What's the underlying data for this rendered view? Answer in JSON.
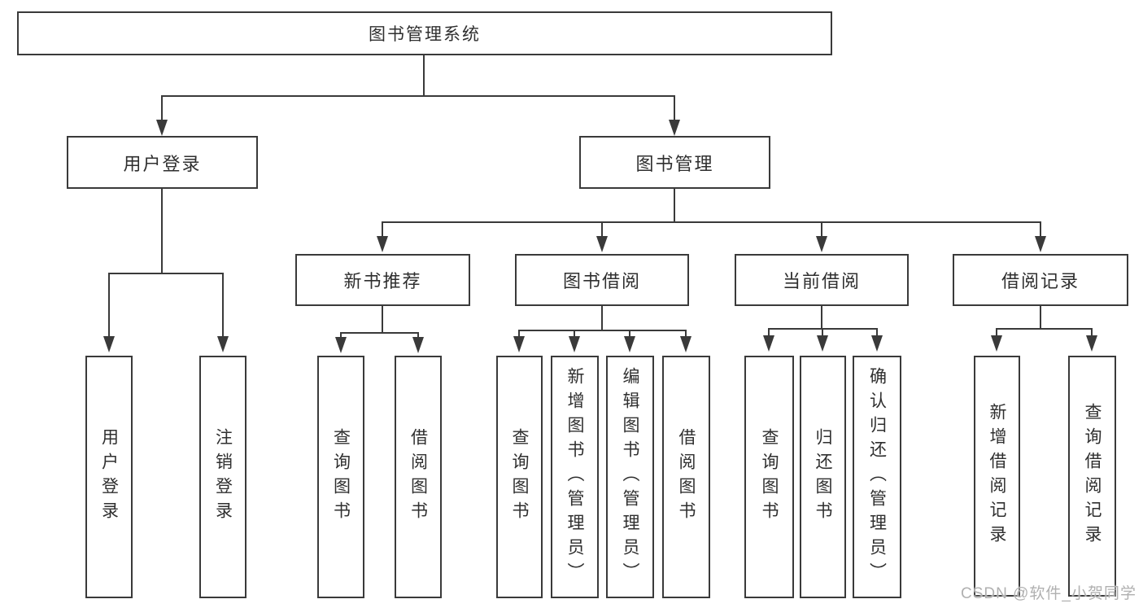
{
  "colors": {
    "line": "#3a3a3a",
    "text": "#2f2f2f",
    "watermark": "#b0b0b0",
    "bg": "#ffffff"
  },
  "diagram": {
    "root": "图书管理系统",
    "level2": [
      "用户登录",
      "图书管理"
    ],
    "level3": [
      "新书推荐",
      "图书借阅",
      "当前借阅",
      "借阅记录"
    ],
    "leaves": {
      "user_login": [
        "用户登录",
        "注销登录"
      ],
      "new_book_recommendation": [
        "查询图书",
        "借阅图书"
      ],
      "book_borrowing": [
        "查询图书",
        "新增图书（管理员）",
        "编辑图书（管理员）",
        "借阅图书"
      ],
      "current_borrowing": [
        "查询图书",
        "归还图书",
        "确认归还（管理员）"
      ],
      "borrowing_records": [
        "新增借阅记录",
        "查询借阅记录"
      ]
    }
  },
  "watermark": "CSDN @软件_小贺同学"
}
